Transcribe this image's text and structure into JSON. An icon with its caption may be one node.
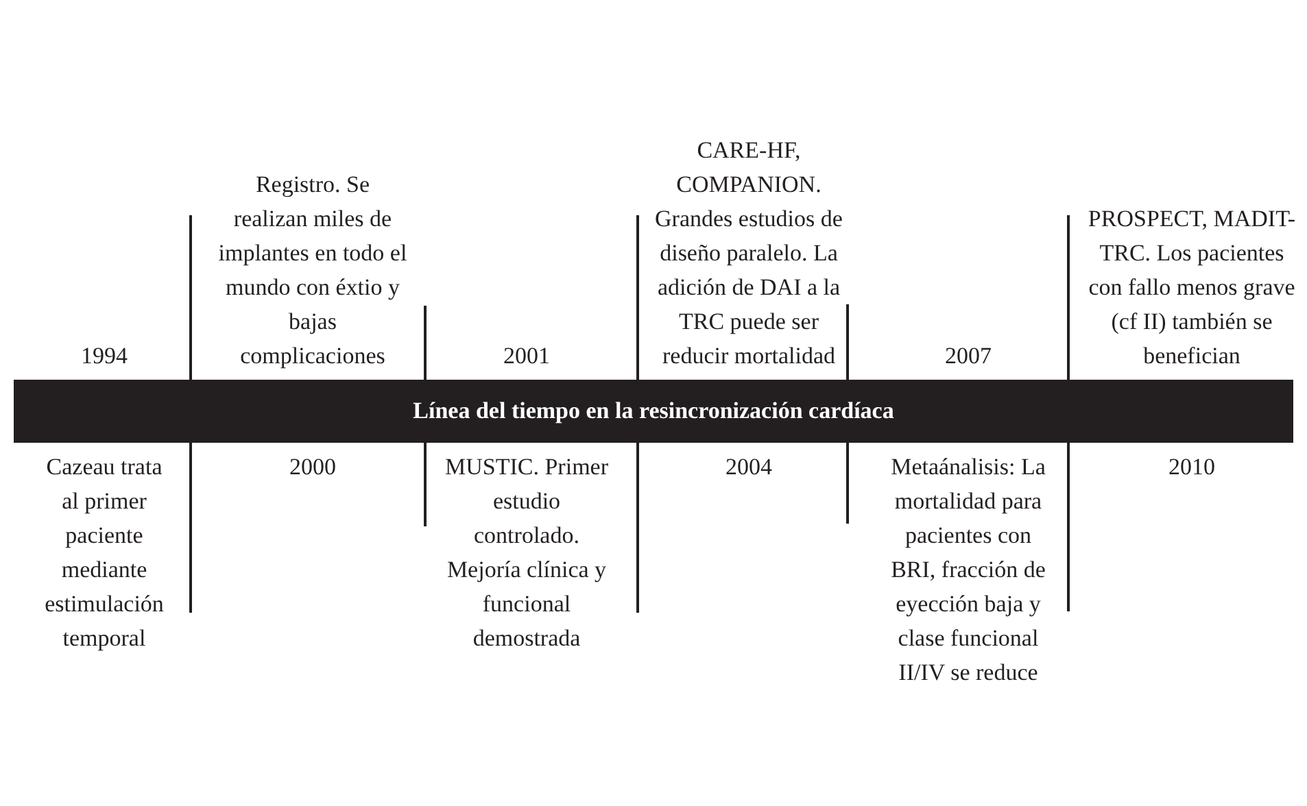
{
  "diagram": {
    "title": "Línea del tiempo en la resincronización cardíaca",
    "labels": [
      "1994",
      "Registro. Se realizan miles de implantes en todo el mundo con éxtio y bajas complicaciones",
      "2001",
      "CARE-HF, COMPANION. Grandes estudios de diseño paralelo. La adición de DAI a la TRC puede ser reducir mortalidad",
      "2007",
      "PROSPECT, MADIT-TRC. Los pacientes con fallo menos grave (cf II) también se benefician",
      "Cazeau trata al primer paciente mediante estimulación temporal",
      "2000",
      "MUSTIC. Primer estudio controlado. Mejoría clínica y funcional demostrada",
      "2004",
      "Metaánalisis: La mortalidad para pacientes con BRI, fracción de eyección baja y clase funcional II/IV se reduce",
      "2010"
    ]
  }
}
